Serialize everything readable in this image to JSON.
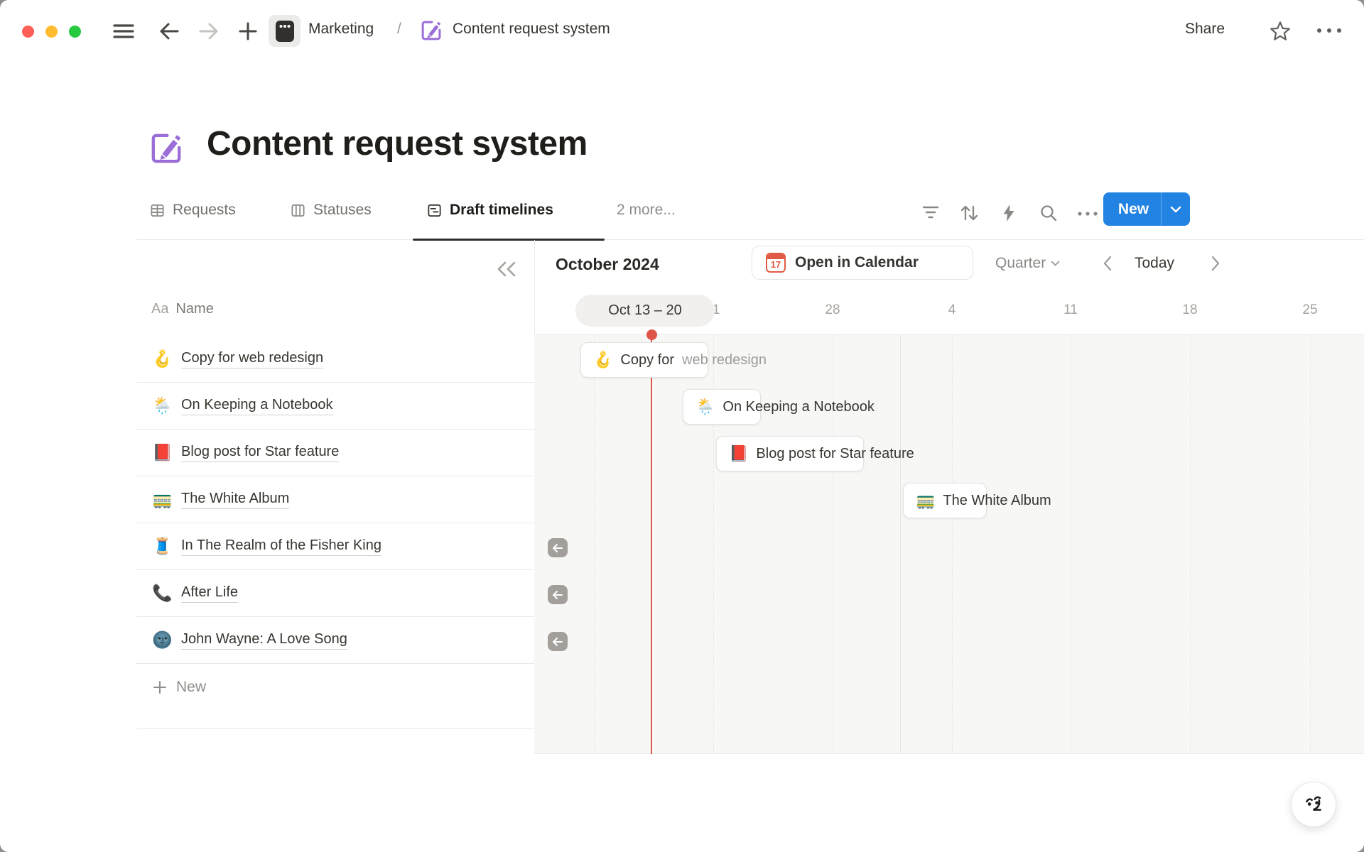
{
  "topbar": {
    "breadcrumb_workspace": "Marketing",
    "breadcrumb_separator": "/",
    "breadcrumb_page": "Content request system",
    "share_label": "Share"
  },
  "page": {
    "title": "Content request system"
  },
  "tabs": {
    "requests": "Requests",
    "statuses": "Statuses",
    "draft_timelines": "Draft timelines",
    "more": "2 more...",
    "new_button_label": "New"
  },
  "panel": {
    "type_badge": "Aa",
    "name_header": "Name",
    "rows": [
      {
        "emoji": "🪝",
        "title": "Copy for web redesign"
      },
      {
        "emoji": "🌦️",
        "title": "On Keeping a Notebook"
      },
      {
        "emoji": "📕",
        "title": "Blog post for Star feature"
      },
      {
        "emoji": "🚃",
        "title": "The White Album"
      },
      {
        "emoji": "🧵",
        "title": "In The Realm of the Fisher King"
      },
      {
        "emoji": "📞",
        "title": "After Life"
      },
      {
        "emoji": "🌚",
        "title": "John Wayne: A Love Song"
      }
    ],
    "new_row_label": "New"
  },
  "timeline": {
    "month_label": "October 2024",
    "open_in_calendar_label": "Open in Calendar",
    "calendar_day": "17",
    "zoom_level": "Quarter",
    "today_label": "Today",
    "selected_range": "Oct 13 – 20",
    "week_labels": [
      "1",
      "28",
      "4",
      "11",
      "18",
      "25"
    ],
    "bars": [
      {
        "emoji": "🪝",
        "label_primary": "Copy for",
        "label_muted": "web redesign"
      },
      {
        "emoji": "🌦️",
        "label_primary": "On Keeping a Notebook"
      },
      {
        "emoji": "📕",
        "label_primary": "Blog post for Star feature"
      },
      {
        "emoji": "🚃",
        "label_primary": "The White Album"
      }
    ]
  },
  "colors": {
    "accent_blue": "#2383e2",
    "today_red": "#df5449",
    "icon_purple": "#9a6dd7"
  }
}
